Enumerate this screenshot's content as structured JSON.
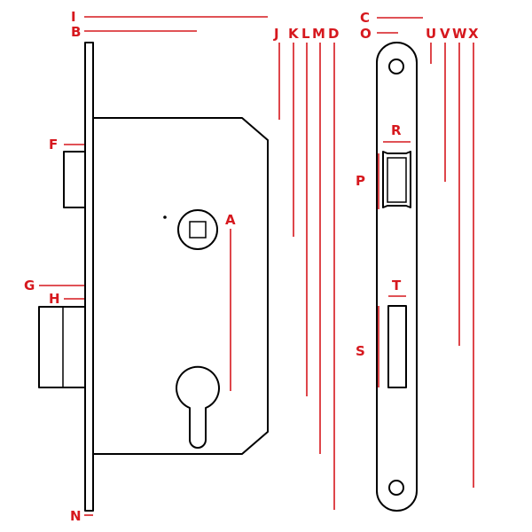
{
  "accent_color": "#d6181e",
  "line_color": "#000000",
  "labels": {
    "I": "I",
    "B": "B",
    "J": "J",
    "K": "K",
    "L": "L",
    "M": "M",
    "D": "D",
    "C": "C",
    "O": "O",
    "U": "U",
    "V": "V",
    "W": "W",
    "X": "X",
    "F": "F",
    "G": "G",
    "H": "H",
    "N": "N",
    "A": "A",
    "R": "R",
    "P": "P",
    "T": "T",
    "S": "S"
  }
}
